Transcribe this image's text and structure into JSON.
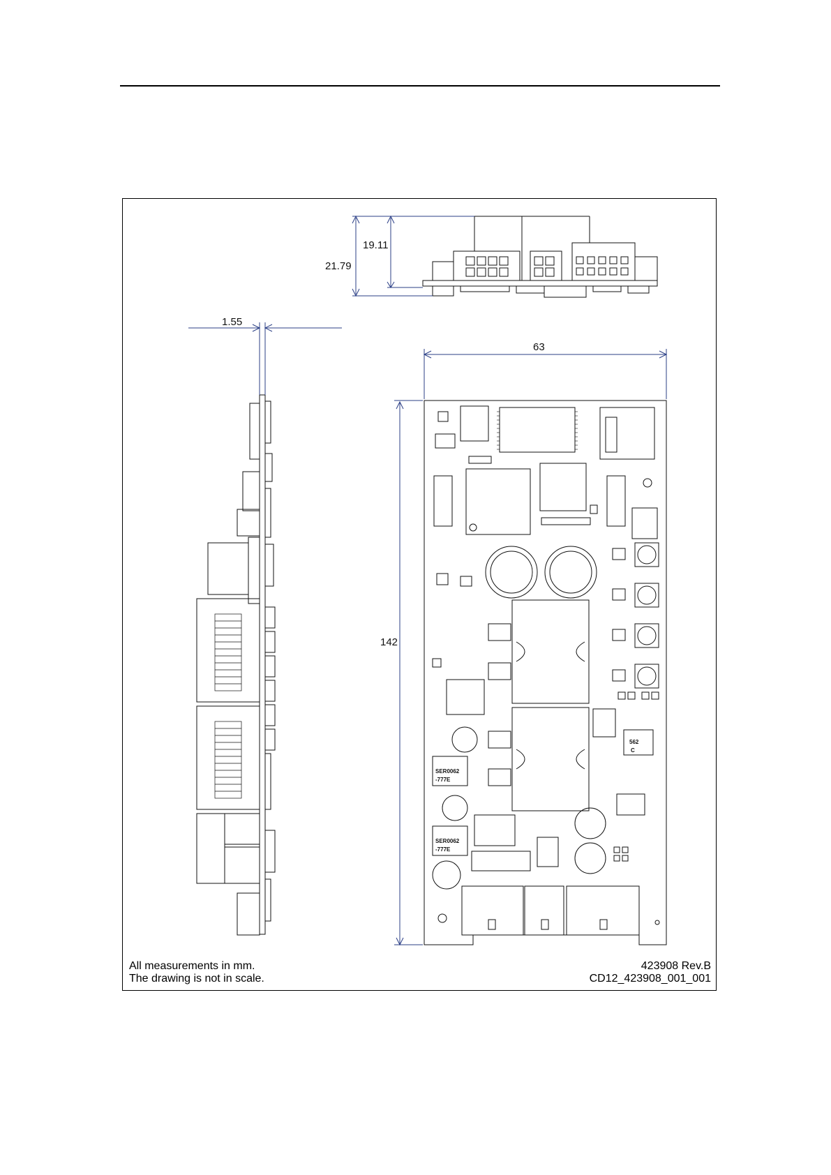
{
  "dimensions": {
    "height_overall": "21.79",
    "height_component": "19.11",
    "pcb_thickness": "1.55",
    "board_width": "63",
    "board_length": "142"
  },
  "component_markings": {
    "inductor_marking": "562",
    "transformer_label": "SER0062",
    "transformer_label_2": "-777E",
    "ic_marking": "C"
  },
  "notes": {
    "units_note": "All measurements in mm.",
    "scale_note": "The drawing is not in scale.",
    "part_number": "423908 Rev.B",
    "drawing_id": "CD12_423908_001_001"
  },
  "colors": {
    "line": "#111111",
    "dimension_line": "#2b3f86"
  }
}
